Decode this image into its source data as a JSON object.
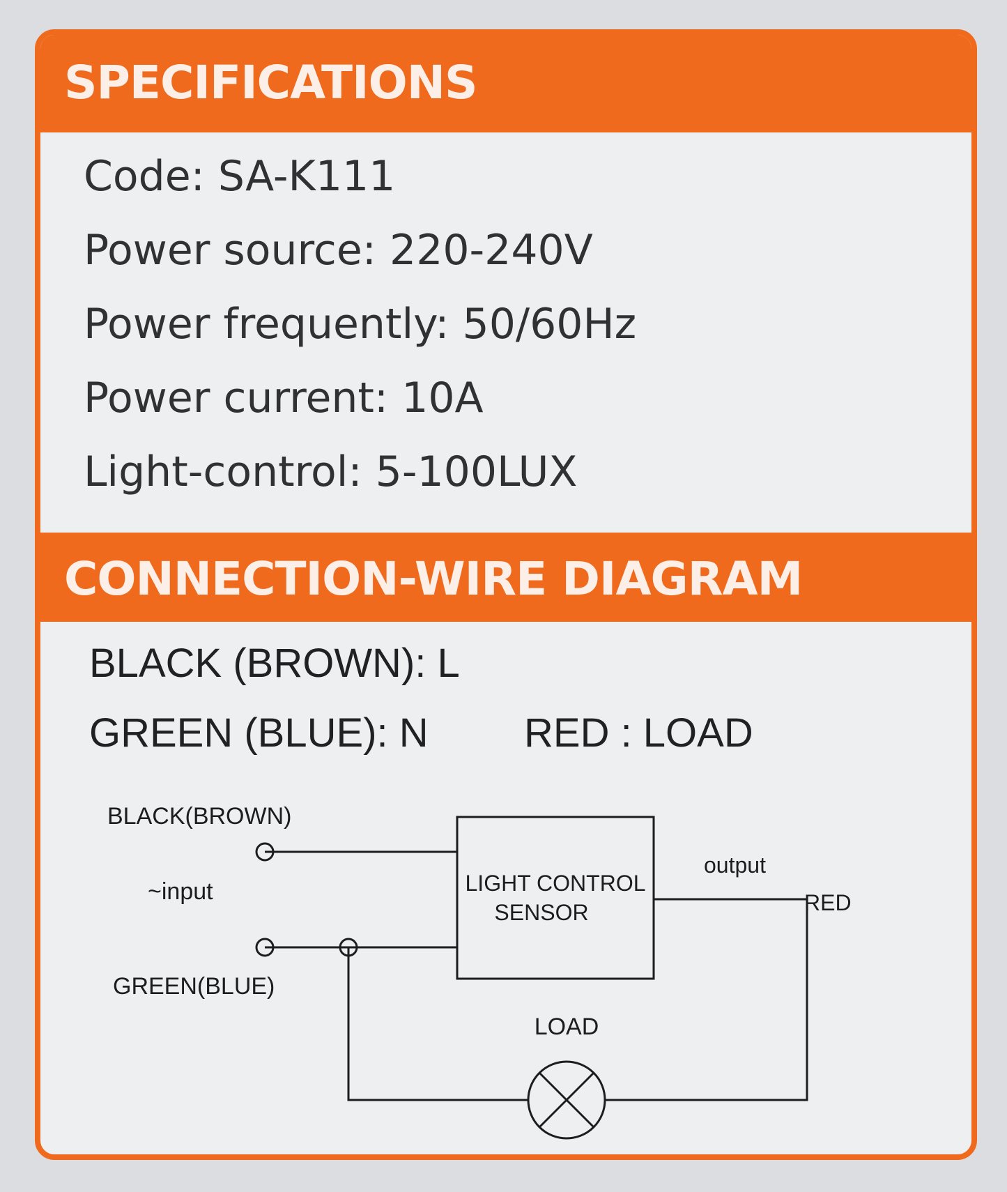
{
  "colors": {
    "accent": "#f06a1d",
    "panel": "#eeeff1",
    "header_text": "#fbefe8",
    "body_text": "#2f3133",
    "line": "#1d1d1d"
  },
  "specifications": {
    "title": "SPECIFICATIONS",
    "lines": [
      "Code: SA-K111",
      "Power source: 220-240V",
      "Power frequently: 50/60Hz",
      "Power current: 10A",
      "Light-control: 5-100LUX"
    ]
  },
  "connection": {
    "title": "CONNECTION-WIRE DIAGRAM",
    "wire_black": "BLACK (BROWN): L",
    "wire_green": "GREEN (BLUE): N",
    "wire_red": "RED : LOAD"
  },
  "diagram": {
    "label_black": "BLACK(BROWN)",
    "label_input": "~input",
    "label_green": "GREEN(BLUE)",
    "sensor_line1": "LIGHT CONTROL",
    "sensor_line2": "SENSOR",
    "label_output": "output",
    "label_red": "RED",
    "label_load": "LOAD",
    "load_icon": "lamp-symbol-icon",
    "terminal_icon": "terminal-circle-icon"
  }
}
